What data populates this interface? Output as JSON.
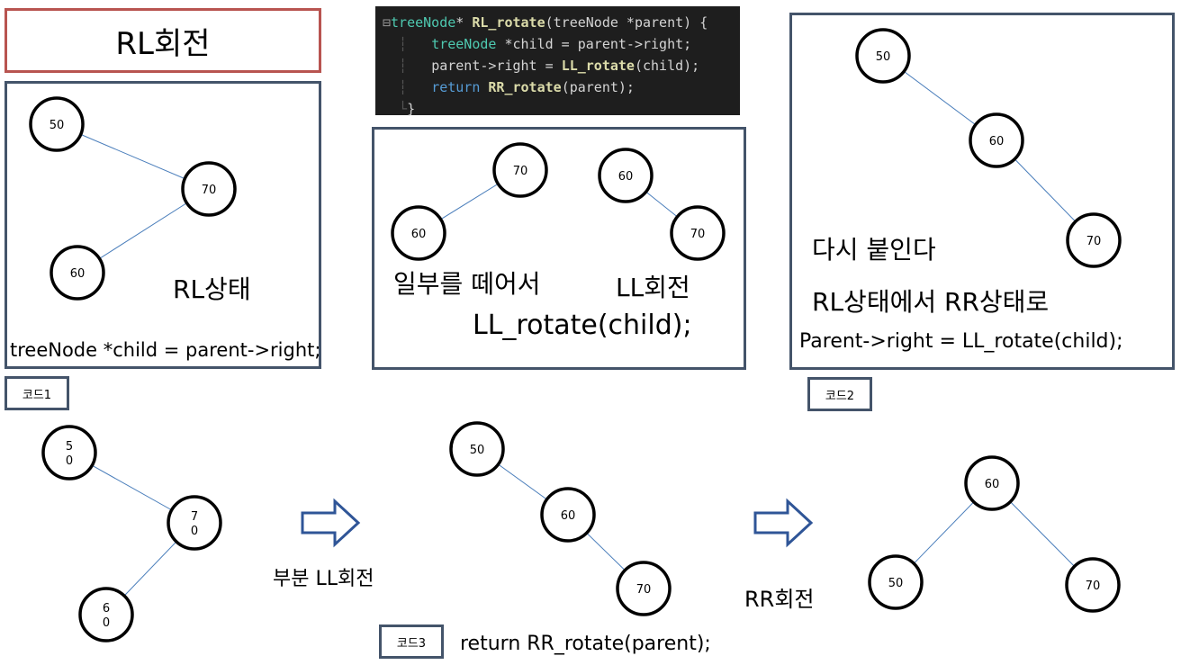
{
  "title": "RL회전",
  "code": {
    "line1_type": "treeNode",
    "line1_fn": "RL_rotate",
    "line1_args": "(treeNode *parent) {",
    "line2_type": "treeNode",
    "line2_rest": " *child = parent->right;",
    "line3_pre": "parent->right = ",
    "line3_fn": "LL_rotate",
    "line3_post": "(child);",
    "line4_kw": "return",
    "line4_fn": "RR_rotate",
    "line4_post": "(parent);",
    "line5": "}"
  },
  "panel1": {
    "state_label": "RL상태",
    "code_text": "treeNode *child = parent->right;",
    "tag": "코드1"
  },
  "panel2": {
    "detach_label": "일부를 떼어서",
    "ll_label": "LL회전",
    "call_text": "LL_rotate(child);"
  },
  "panel3": {
    "reattach_label": "다시 붙인다",
    "transition_label": "RL상태에서 RR상태로",
    "code_text": "Parent->right = LL_rotate(child);",
    "tag": "코드2"
  },
  "bottom": {
    "arrow1_label": "부분 LL회전",
    "arrow2_label": "RR회전",
    "tag": "코드3",
    "code_text": "return RR_rotate(parent);"
  },
  "colors": {
    "box_border": "#44546a",
    "title_border": "#b85450",
    "edge": "#4a7ebb",
    "arrow_fill": "#ffffff",
    "arrow_stroke": "#2f5597"
  },
  "nodes": [
    {
      "id": "p1_50",
      "label": "50"
    },
    {
      "id": "p1_70",
      "label": "70"
    },
    {
      "id": "p1_60",
      "label": "60"
    },
    {
      "id": "p2_70",
      "label": "70"
    },
    {
      "id": "p2_60a",
      "label": "60"
    },
    {
      "id": "p2_60b",
      "label": "60"
    },
    {
      "id": "p2_70b",
      "label": "70"
    },
    {
      "id": "p3_50",
      "label": "50"
    },
    {
      "id": "p3_60",
      "label": "60"
    },
    {
      "id": "p3_70",
      "label": "70"
    },
    {
      "id": "b1_50",
      "label": "5\n0"
    },
    {
      "id": "b1_70",
      "label": "7\n0"
    },
    {
      "id": "b1_60",
      "label": "6\n0"
    },
    {
      "id": "b2_50",
      "label": "50"
    },
    {
      "id": "b2_60",
      "label": "60"
    },
    {
      "id": "b2_70",
      "label": "70"
    },
    {
      "id": "b3_60",
      "label": "60"
    },
    {
      "id": "b3_50",
      "label": "50"
    },
    {
      "id": "b3_70",
      "label": "70"
    }
  ],
  "edges": [
    [
      "p1_50",
      "p1_70"
    ],
    [
      "p1_70",
      "p1_60"
    ],
    [
      "p2_70",
      "p2_60a"
    ],
    [
      "p2_60b",
      "p2_70b"
    ],
    [
      "p3_50",
      "p3_60"
    ],
    [
      "p3_60",
      "p3_70"
    ],
    [
      "b1_50",
      "b1_70"
    ],
    [
      "b1_70",
      "b1_60"
    ],
    [
      "b2_50",
      "b2_60"
    ],
    [
      "b2_60",
      "b2_70"
    ],
    [
      "b3_60",
      "b3_50"
    ],
    [
      "b3_60",
      "b3_70"
    ]
  ]
}
